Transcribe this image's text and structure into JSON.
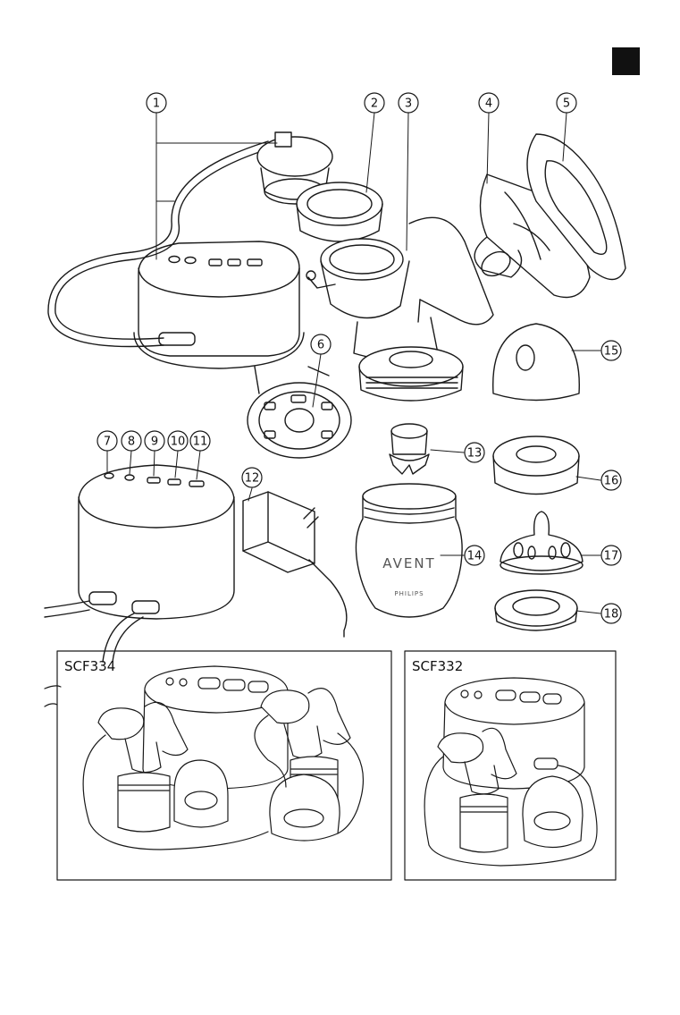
{
  "page_marker": {
    "color": "#111111"
  },
  "callouts": [
    {
      "id": 1,
      "label": "1"
    },
    {
      "id": 2,
      "label": "2"
    },
    {
      "id": 3,
      "label": "3"
    },
    {
      "id": 4,
      "label": "4"
    },
    {
      "id": 5,
      "label": "5"
    },
    {
      "id": 6,
      "label": "6"
    },
    {
      "id": 7,
      "label": "7"
    },
    {
      "id": 8,
      "label": "8"
    },
    {
      "id": 9,
      "label": "9"
    },
    {
      "id": 10,
      "label": "10"
    },
    {
      "id": 11,
      "label": "11"
    },
    {
      "id": 12,
      "label": "12"
    },
    {
      "id": 13,
      "label": "13"
    },
    {
      "id": 14,
      "label": "14"
    },
    {
      "id": 15,
      "label": "15"
    },
    {
      "id": 16,
      "label": "16"
    },
    {
      "id": 17,
      "label": "17"
    },
    {
      "id": 18,
      "label": "18"
    }
  ],
  "bottle_brand": "AVENT",
  "bottle_maker": "PHILIPS",
  "panels": {
    "left": {
      "label": "SCF334"
    },
    "right": {
      "label": "SCF332"
    }
  },
  "colors": {
    "line": "#1a1a1a",
    "fill": "#ffffff",
    "shade": "#e6e6e6"
  }
}
